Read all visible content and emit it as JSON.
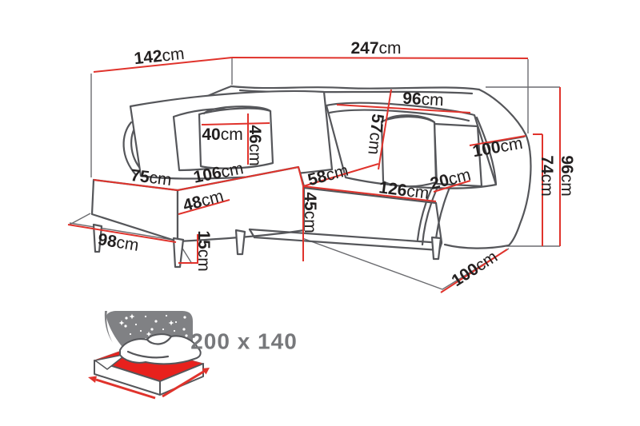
{
  "diagram": {
    "title_hint": "corner-sofa-dimension-diagram",
    "dimensions": {
      "back_left_width": {
        "value": "142",
        "unit": "cm"
      },
      "total_width": {
        "value": "247",
        "unit": "cm"
      },
      "back_cushion_width": {
        "value": "96",
        "unit": "cm"
      },
      "back_cushion_height": {
        "value": "57",
        "unit": "cm"
      },
      "pillow_width": {
        "value": "40",
        "unit": "cm"
      },
      "pillow_height": {
        "value": "46",
        "unit": "cm"
      },
      "chaise_seat_width": {
        "value": "75",
        "unit": "cm"
      },
      "chaise_seat_length": {
        "value": "106",
        "unit": "cm"
      },
      "seat_depth": {
        "value": "58",
        "unit": "cm"
      },
      "seat_width": {
        "value": "126",
        "unit": "cm"
      },
      "armrest_width": {
        "value": "20",
        "unit": "cm"
      },
      "armrest_length": {
        "value": "100",
        "unit": "cm"
      },
      "armrest_height": {
        "value": "74",
        "unit": "cm"
      },
      "total_height": {
        "value": "96",
        "unit": "cm"
      },
      "chaise_front_height": {
        "value": "48",
        "unit": "cm"
      },
      "seat_height": {
        "value": "45",
        "unit": "cm"
      },
      "leg_height": {
        "value": "15",
        "unit": "cm"
      },
      "chaise_floor_depth": {
        "value": "98",
        "unit": "cm"
      },
      "side_depth": {
        "value": "100",
        "unit": "cm"
      }
    },
    "sleeping_area": {
      "label": "200 x 140"
    },
    "colors": {
      "dimension_line": "#e0332c",
      "sofa_outline": "#55565a",
      "label_text": "#232020",
      "bed_icon_gray": "#808184",
      "mattress_red": "#e8211d",
      "background": "#ffffff"
    }
  }
}
